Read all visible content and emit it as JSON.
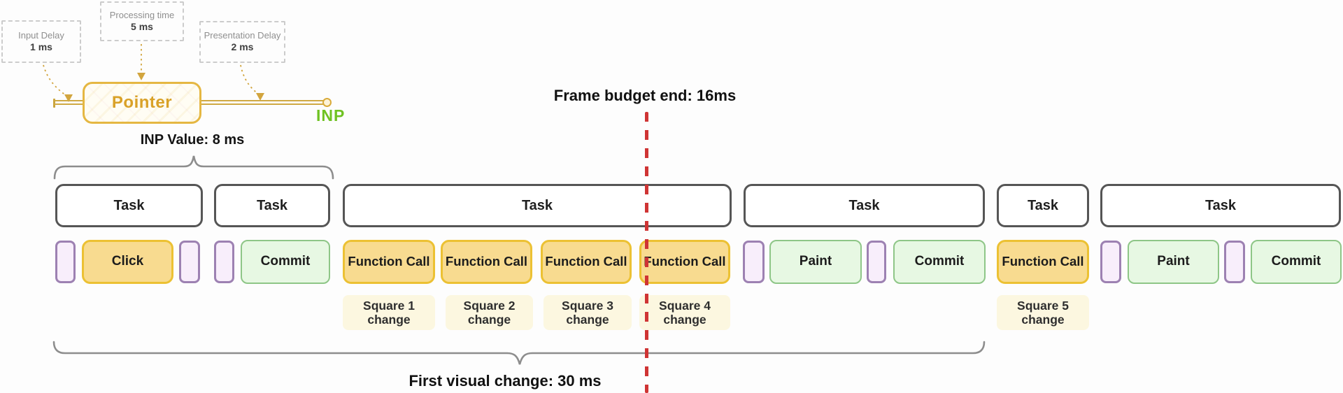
{
  "inp_diagram": {
    "annotations": [
      {
        "title": "Input Delay",
        "value": "1 ms"
      },
      {
        "title": "Processing time",
        "value": "5 ms"
      },
      {
        "title": "Presentation Delay",
        "value": "2 ms"
      }
    ],
    "pointer_label": "Pointer",
    "inp_endpoint_label": "INP",
    "inp_value_label": "INP Value: 8 ms"
  },
  "frame_budget_label": "Frame budget end: 16ms",
  "first_visual_change_label": "First visual change: 30 ms",
  "timeline": {
    "tasks": [
      {
        "label": "Task",
        "blocks": [
          "Click"
        ]
      },
      {
        "label": "Task",
        "blocks": [
          "Commit"
        ]
      },
      {
        "label": "Task",
        "blocks": [
          "Function Call",
          "Function Call",
          "Function Call",
          "Function Call"
        ]
      },
      {
        "label": "Task",
        "blocks": [
          "Paint",
          "Commit"
        ]
      },
      {
        "label": "Task",
        "blocks": [
          "Function Call"
        ]
      },
      {
        "label": "Task",
        "blocks": [
          "Paint",
          "Commit"
        ]
      }
    ],
    "square_changes": [
      "Square 1 change",
      "Square 2 change",
      "Square 3 change",
      "Square 4 change",
      "Square 5 change"
    ]
  },
  "colors": {
    "accent_gold": "#e5b742",
    "pointer_text": "#d9a128",
    "inp_green": "#6fc222",
    "frame_budget_red": "#cf3434",
    "task_border": "#555555",
    "yellow_block_bg": "#f8db90",
    "yellow_block_border": "#ecc133",
    "green_block_bg": "#e7f8e3",
    "green_block_border": "#8ec687",
    "purple_block_bg": "#f8eefb",
    "purple_block_border": "#9d81b2",
    "square_label_bg": "#fcf7e0",
    "brace_gray": "#8d8d8d"
  }
}
